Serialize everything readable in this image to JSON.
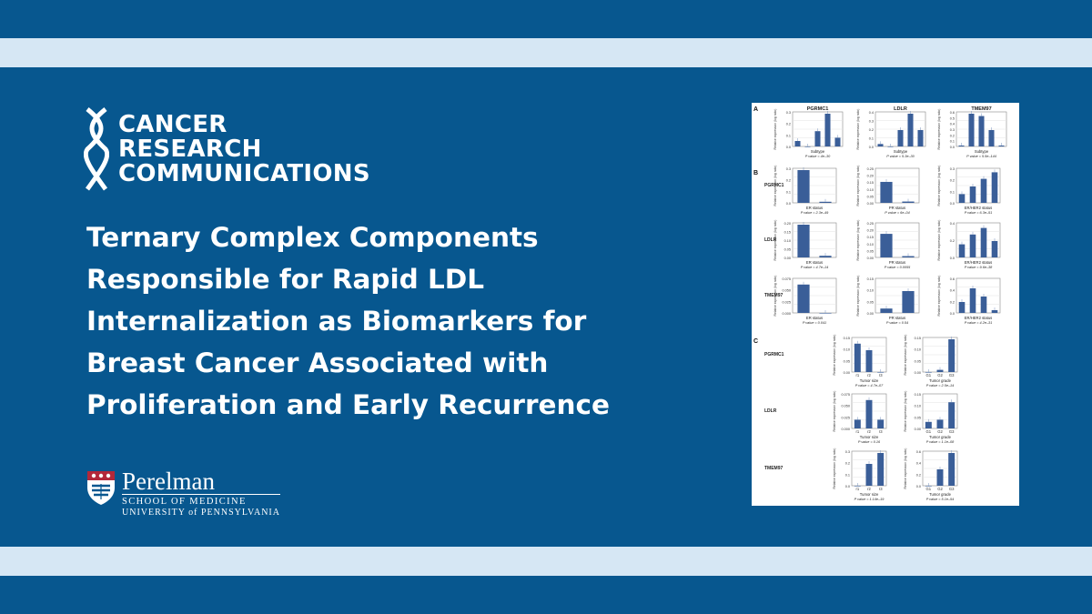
{
  "colors": {
    "background": "#07578f",
    "band_light": "#d6e7f4",
    "text": "#ffffff",
    "bar": "#3a5e98"
  },
  "brand": {
    "line1": "CANCER",
    "line2": "RESEARCH",
    "line3": "COMMUNICATIONS",
    "icon": "dna-helix-logo"
  },
  "article": {
    "title_lines": [
      "Ternary Complex Components",
      "Responsible for Rapid LDL",
      "Internalization as Biomarkers for",
      "Breast Cancer Associated with",
      "Proliferation and Early Recurrence"
    ]
  },
  "institution": {
    "name": "Perelman",
    "school": "SCHOOL OF MEDICINE",
    "university": "UNIVERSITY of PENNSYLVANIA",
    "icon": "penn-shield-icon"
  },
  "figure": {
    "panel_labels": [
      "A",
      "B",
      "C"
    ],
    "gene_labels": [
      "PGRMC1",
      "LDLR",
      "TMEM97"
    ],
    "ylabel": "Relative expression (log ratio)",
    "row_a": [
      {
        "title": "PGRMC1",
        "xlabel": "Subtype",
        "pvalue": "P value = 4e–30",
        "values": [
          0.05,
          0.0,
          0.14,
          0.33,
          0.08
        ],
        "ymax": 0.3,
        "ticks": [
          "0.3",
          "0.2",
          "0.1",
          "0.0"
        ]
      },
      {
        "title": "LDLR",
        "xlabel": "Subtype",
        "pvalue": "P value = 5.3e–30",
        "values": [
          0.03,
          0.0,
          0.2,
          0.4,
          0.2
        ],
        "ymax": 0.4,
        "ticks": [
          "0.4",
          "0.3",
          "0.2",
          "0.1",
          "0.0"
        ]
      },
      {
        "title": "TMEM97",
        "xlabel": "Subtype",
        "pvalue": "P value = 5.5e–144",
        "values": [
          0.02,
          0.7,
          0.65,
          0.35,
          0.02
        ],
        "ymax": 0.7,
        "ticks": [
          "0.6",
          "0.5",
          "0.4",
          "0.3",
          "0.2",
          "0.1",
          "0.0"
        ]
      }
    ],
    "row_b": [
      [
        {
          "xlabel": "ER status",
          "pvalue": "P value = 2.3e–49",
          "values": [
            0.3,
            0.01
          ],
          "ymax": 0.3,
          "ticks": [
            "0.3",
            "0.2",
            "0.1",
            "0.0"
          ]
        },
        {
          "xlabel": "PR status",
          "pvalue": "P value = 6e–04",
          "values": [
            0.16,
            0.01
          ],
          "ymax": 0.25,
          "ticks": [
            "0.25",
            "0.20",
            "0.15",
            "0.10",
            "0.05",
            "0.00"
          ]
        },
        {
          "xlabel": "ER/HER2 status",
          "pvalue": "P value = 6.3e–51",
          "values": [
            0.08,
            0.15,
            0.22,
            0.28
          ],
          "ymax": 0.3,
          "ticks": [
            "0.3",
            "0.2",
            "0.1",
            "0.0"
          ]
        }
      ],
      [
        {
          "xlabel": "ER status",
          "pvalue": "P value = 4.7e–14",
          "values": [
            0.2,
            0.01
          ],
          "ymax": 0.2,
          "ticks": [
            "0.20",
            "0.15",
            "0.10",
            "0.05",
            "0.00"
          ]
        },
        {
          "xlabel": "PR status",
          "pvalue": "P value = 0.0055",
          "values": [
            0.18,
            0.01
          ],
          "ymax": 0.25,
          "ticks": [
            "0.25",
            "0.20",
            "0.15",
            "0.10",
            "0.05",
            "0.00"
          ]
        },
        {
          "xlabel": "ER/HER2 status",
          "pvalue": "P value = 9.6e–38",
          "values": [
            0.2,
            0.35,
            0.45,
            0.25
          ],
          "ymax": 0.5,
          "ticks": [
            "0.4",
            "0.2",
            "0.0"
          ]
        }
      ],
      [
        {
          "xlabel": "ER status",
          "pvalue": "P value = 0.041",
          "values": [
            0.065,
            0.0
          ],
          "ymax": 0.075,
          "ticks": [
            "0.075",
            "0.050",
            "0.025",
            "0.000"
          ]
        },
        {
          "xlabel": "PR status",
          "pvalue": "P value = 0.54",
          "values": [
            0.02,
            0.1
          ],
          "ymax": 0.15,
          "ticks": [
            "0.15",
            "0.10",
            "0.05",
            "0.00"
          ]
        },
        {
          "xlabel": "ER/HER2 status",
          "pvalue": "P value = 4.2e–31",
          "values": [
            0.2,
            0.45,
            0.3,
            0.05
          ],
          "ymax": 0.6,
          "ticks": [
            "0.6",
            "0.4",
            "0.2",
            "0.0"
          ]
        }
      ]
    ],
    "row_c": [
      [
        {
          "xlabel": "Tumor size",
          "pvalue": "P value = 4.7e–07",
          "categories": [
            "r1",
            "r2",
            "r3"
          ],
          "values": [
            0.13,
            0.1,
            0.0
          ],
          "ymax": 0.15,
          "ticks": [
            "0.15",
            "0.10",
            "0.05",
            "0.00"
          ]
        },
        {
          "xlabel": "Tumor grade",
          "pvalue": "P value = 2.5e–14",
          "categories": [
            "G1",
            "G2",
            "G3"
          ],
          "values": [
            0.0,
            0.01,
            0.15
          ],
          "ymax": 0.15,
          "ticks": [
            "0.15",
            "0.10",
            "0.05",
            "0.00"
          ]
        }
      ],
      [
        {
          "xlabel": "Tumor size",
          "pvalue": "P value = 0.16",
          "categories": [
            "r1",
            "r2",
            "r3"
          ],
          "values": [
            0.02,
            0.065,
            0.02
          ],
          "ymax": 0.075,
          "ticks": [
            "0.075",
            "0.050",
            "0.025",
            "0.000"
          ]
        },
        {
          "xlabel": "Tumor grade",
          "pvalue": "P value = 1.1e–08",
          "categories": [
            "G1",
            "G2",
            "G3"
          ],
          "values": [
            0.03,
            0.04,
            0.12
          ],
          "ymax": 0.15,
          "ticks": [
            "0.15",
            "0.10",
            "0.05",
            "0.00"
          ]
        }
      ],
      [
        {
          "xlabel": "Tumor size",
          "pvalue": "P value = 1.14e–19",
          "categories": [
            "r1",
            "r2",
            "r3"
          ],
          "values": [
            0.0,
            0.2,
            0.3
          ],
          "ymax": 0.3,
          "ticks": [
            "0.3",
            "0.2",
            "0.1",
            "0.0"
          ]
        },
        {
          "xlabel": "Tumor grade",
          "pvalue": "P value = 5.1e–54",
          "categories": [
            "G1",
            "G2",
            "G3"
          ],
          "values": [
            0.0,
            0.3,
            0.62
          ],
          "ymax": 0.6,
          "ticks": [
            "0.6",
            "0.4",
            "0.2",
            "0.0"
          ]
        }
      ]
    ]
  }
}
